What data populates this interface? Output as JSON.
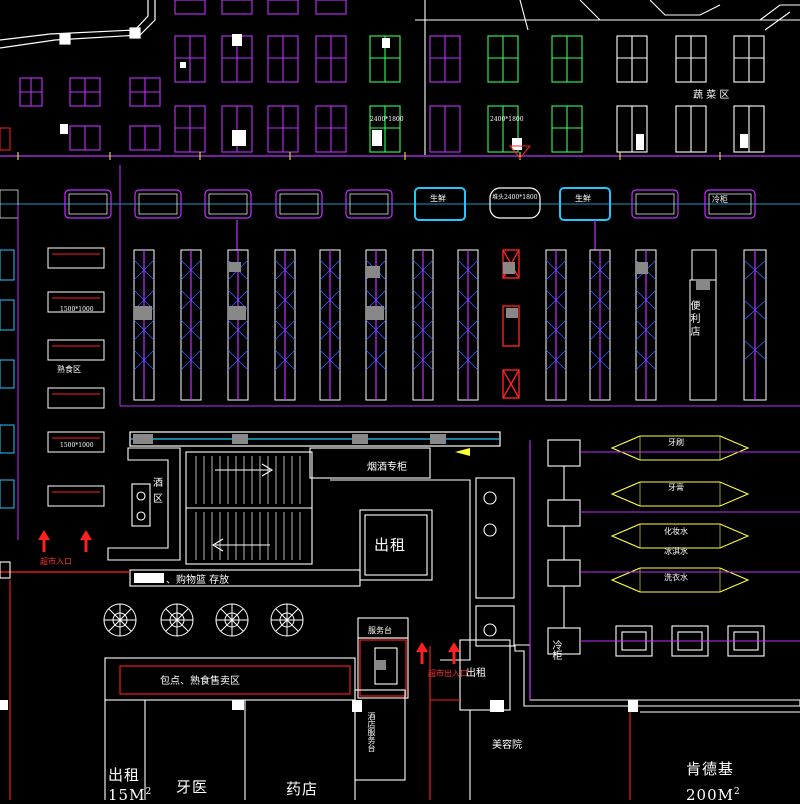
{
  "plan": {
    "colors": {
      "background": "#000000",
      "wall": "#ffffff",
      "magenta": "#c030ff",
      "green": "#30ff60",
      "cyan": "#20c8ff",
      "red": "#ff2020",
      "yellow": "#ffff40",
      "blue": "#3060ff"
    },
    "zone_labels": {
      "vegetable_zone": "蔬 菜 区",
      "liquor_zone_a": "酒",
      "liquor_zone_b": "区",
      "tobacco_counter": "烟酒专柜",
      "rent_center": "出租",
      "service_desk": "服务台",
      "supermarket_exit": "超市出入口",
      "supermarket_entrance": "超市入口",
      "rent_right": "出租",
      "beauty_salon": "美容院",
      "kfc": "肯德基",
      "kfc_area": "200M",
      "kfc_area_sup": "2",
      "rent_bottom": "出租",
      "rent_bottom_area": "15M",
      "rent_bottom_sup": "2",
      "dentist": "牙医",
      "pharmacy": "药店",
      "cart_strip": "、购物篮   存放",
      "package_area": "包点、熟食售卖区",
      "cooked_food": "熟食区",
      "tooth_gel": "牙刷",
      "shampoo": "牙膏",
      "cosmetic_water": "化妆水",
      "ice_water": "冰淇水",
      "washing": "洗衣水",
      "fridge_vertical": "冷柜",
      "convenience_vertical": "便 利 店",
      "service_vertical": "酒店服务台",
      "freezer_label": "冷柜",
      "island_1": "生鲜",
      "island_2": "生鲜",
      "island_center": "堆头2400*1800",
      "dim_a": "2400*1800",
      "dim_b": "1500*1000",
      "dim_c": "1500*1000",
      "dim_d": "2400*1800"
    }
  }
}
